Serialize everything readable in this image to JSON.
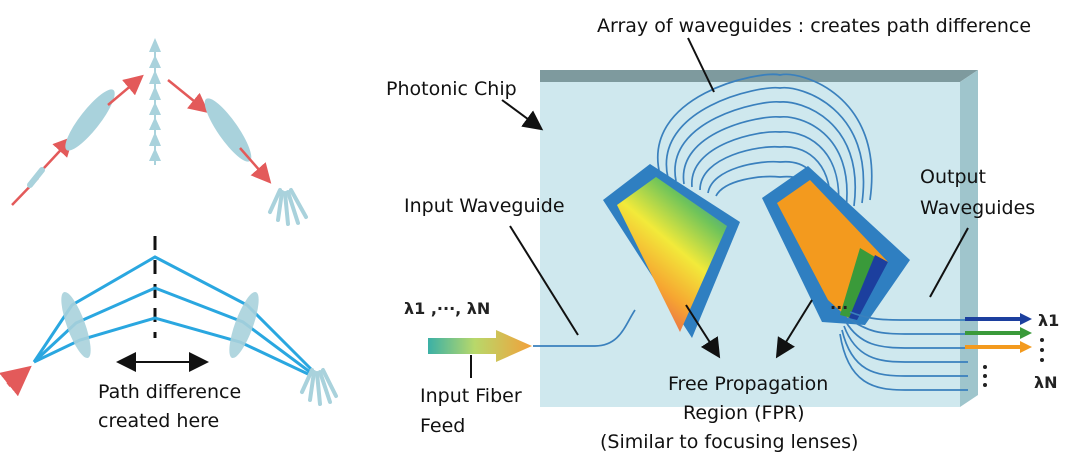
{
  "labels": {
    "array_of_waveguides": "Array of waveguides : creates path difference",
    "photonic_chip": "Photonic Chip",
    "input_waveguide": "Input Waveguide",
    "output_waveguides_1": "Output",
    "output_waveguides_2": "Waveguides",
    "lambda_input": "λ1 ,···, λN",
    "input_fiber_1": "Input Fiber",
    "input_fiber_2": "Feed",
    "fpr_1": "Free Propagation",
    "fpr_2": "Region (FPR)",
    "fpr_3": "(Similar to focusing lenses)",
    "path_diff_1": "Path difference",
    "path_diff_2": "created here",
    "out_lambda_1": "λ1",
    "out_lambda_n": "λN",
    "dots_fpr": "···"
  },
  "colors": {
    "chip_face": "#cfe8ee",
    "chip_top": "#7e9a9e",
    "chip_side": "#9fc5cc",
    "waveguide": "#3a80bd",
    "fpr_blue": "#2f7fc1",
    "red_ray": "#e35a5a",
    "lens": "#a9d2dc",
    "bottom_ray": "#2aa7e0",
    "out_blue": "#1c3f9e",
    "out_green": "#3a9a3a",
    "out_orange": "#f39a1e"
  }
}
